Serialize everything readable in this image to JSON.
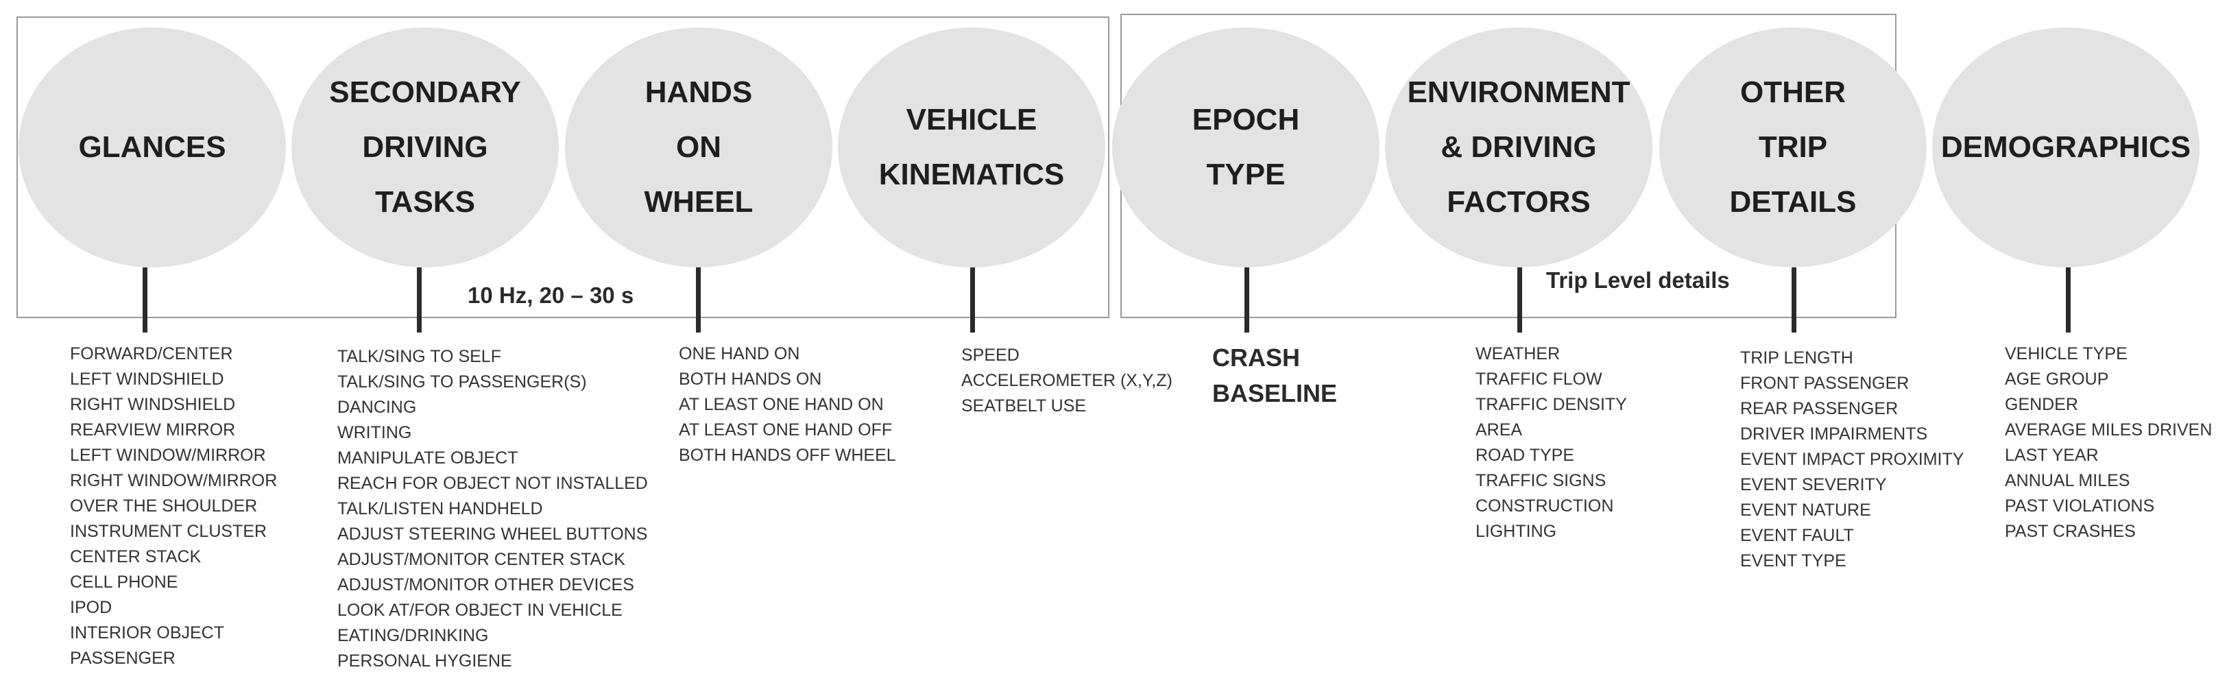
{
  "groups": {
    "left_note": "10 Hz, 20 – 30 s",
    "right_note": "Trip Level details"
  },
  "nodes": [
    {
      "title": "GLANCES",
      "items": [
        "FORWARD/CENTER",
        "LEFT WINDSHIELD",
        "RIGHT WINDSHIELD",
        "REARVIEW MIRROR",
        "LEFT WINDOW/MIRROR",
        "RIGHT WINDOW/MIRROR",
        "OVER THE SHOULDER",
        "INSTRUMENT CLUSTER",
        "CENTER STACK",
        "CELL PHONE",
        "IPOD",
        "INTERIOR OBJECT",
        "PASSENGER"
      ]
    },
    {
      "title": "SECONDARY\nDRIVING\nTASKS",
      "items": [
        "TALK/SING TO SELF",
        "TALK/SING TO PASSENGER(S)",
        "DANCING",
        "WRITING",
        "MANIPULATE OBJECT",
        "REACH FOR OBJECT NOT INSTALLED",
        "TALK/LISTEN HANDHELD",
        "ADJUST STEERING WHEEL BUTTONS",
        "ADJUST/MONITOR CENTER STACK",
        "ADJUST/MONITOR OTHER DEVICES",
        "LOOK AT/FOR OBJECT IN VEHICLE",
        "EATING/DRINKING",
        "PERSONAL HYGIENE"
      ]
    },
    {
      "title": "HANDS\nON\nWHEEL",
      "items": [
        "ONE HAND ON",
        "BOTH HANDS ON",
        "AT LEAST ONE HAND ON",
        "AT LEAST ONE HAND OFF",
        "BOTH HANDS OFF WHEEL"
      ]
    },
    {
      "title": "VEHICLE\nKINEMATICS",
      "items": [
        "SPEED",
        "ACCELEROMETER (X,Y,Z)",
        "SEATBELT USE"
      ]
    },
    {
      "title": "EPOCH\nTYPE",
      "items": [
        "CRASH",
        "BASELINE"
      ]
    },
    {
      "title": "ENVIRONMENT\n& DRIVING\nFACTORS",
      "items": [
        "WEATHER",
        "TRAFFIC FLOW",
        "TRAFFIC DENSITY",
        "AREA",
        "ROAD TYPE",
        "TRAFFIC SIGNS",
        "CONSTRUCTION",
        "LIGHTING"
      ]
    },
    {
      "title": "OTHER\nTRIP\nDETAILS",
      "items": [
        "TRIP LENGTH",
        "FRONT PASSENGER",
        "REAR PASSENGER",
        "DRIVER IMPAIRMENTS",
        "EVENT IMPACT PROXIMITY",
        "EVENT SEVERITY",
        "EVENT NATURE",
        "EVENT FAULT",
        "EVENT TYPE"
      ]
    },
    {
      "title": "DEMOGRAPHICS",
      "items": [
        "VEHICLE TYPE",
        "AGE GROUP",
        "GENDER",
        "AVERAGE MILES DRIVEN",
        "LAST YEAR",
        "ANNUAL MILES",
        "PAST VIOLATIONS",
        "PAST CRASHES"
      ]
    }
  ]
}
